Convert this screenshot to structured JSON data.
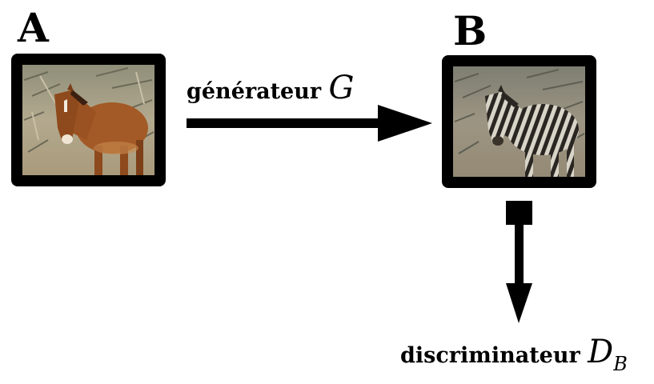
{
  "domain_labels": {
    "source": "A",
    "target": "B"
  },
  "images": {
    "source_image": {
      "subject": "horse",
      "bg_color": "#a89e86",
      "coat_color": "#a35a27"
    },
    "target_image": {
      "subject": "zebra",
      "bg_color": "#8e8878",
      "stripe_color": "#2a2622"
    }
  },
  "generator": {
    "label": "générateur",
    "symbol": "G"
  },
  "discriminator": {
    "label": "discriminateur",
    "symbol": "D",
    "subscript": "B"
  }
}
